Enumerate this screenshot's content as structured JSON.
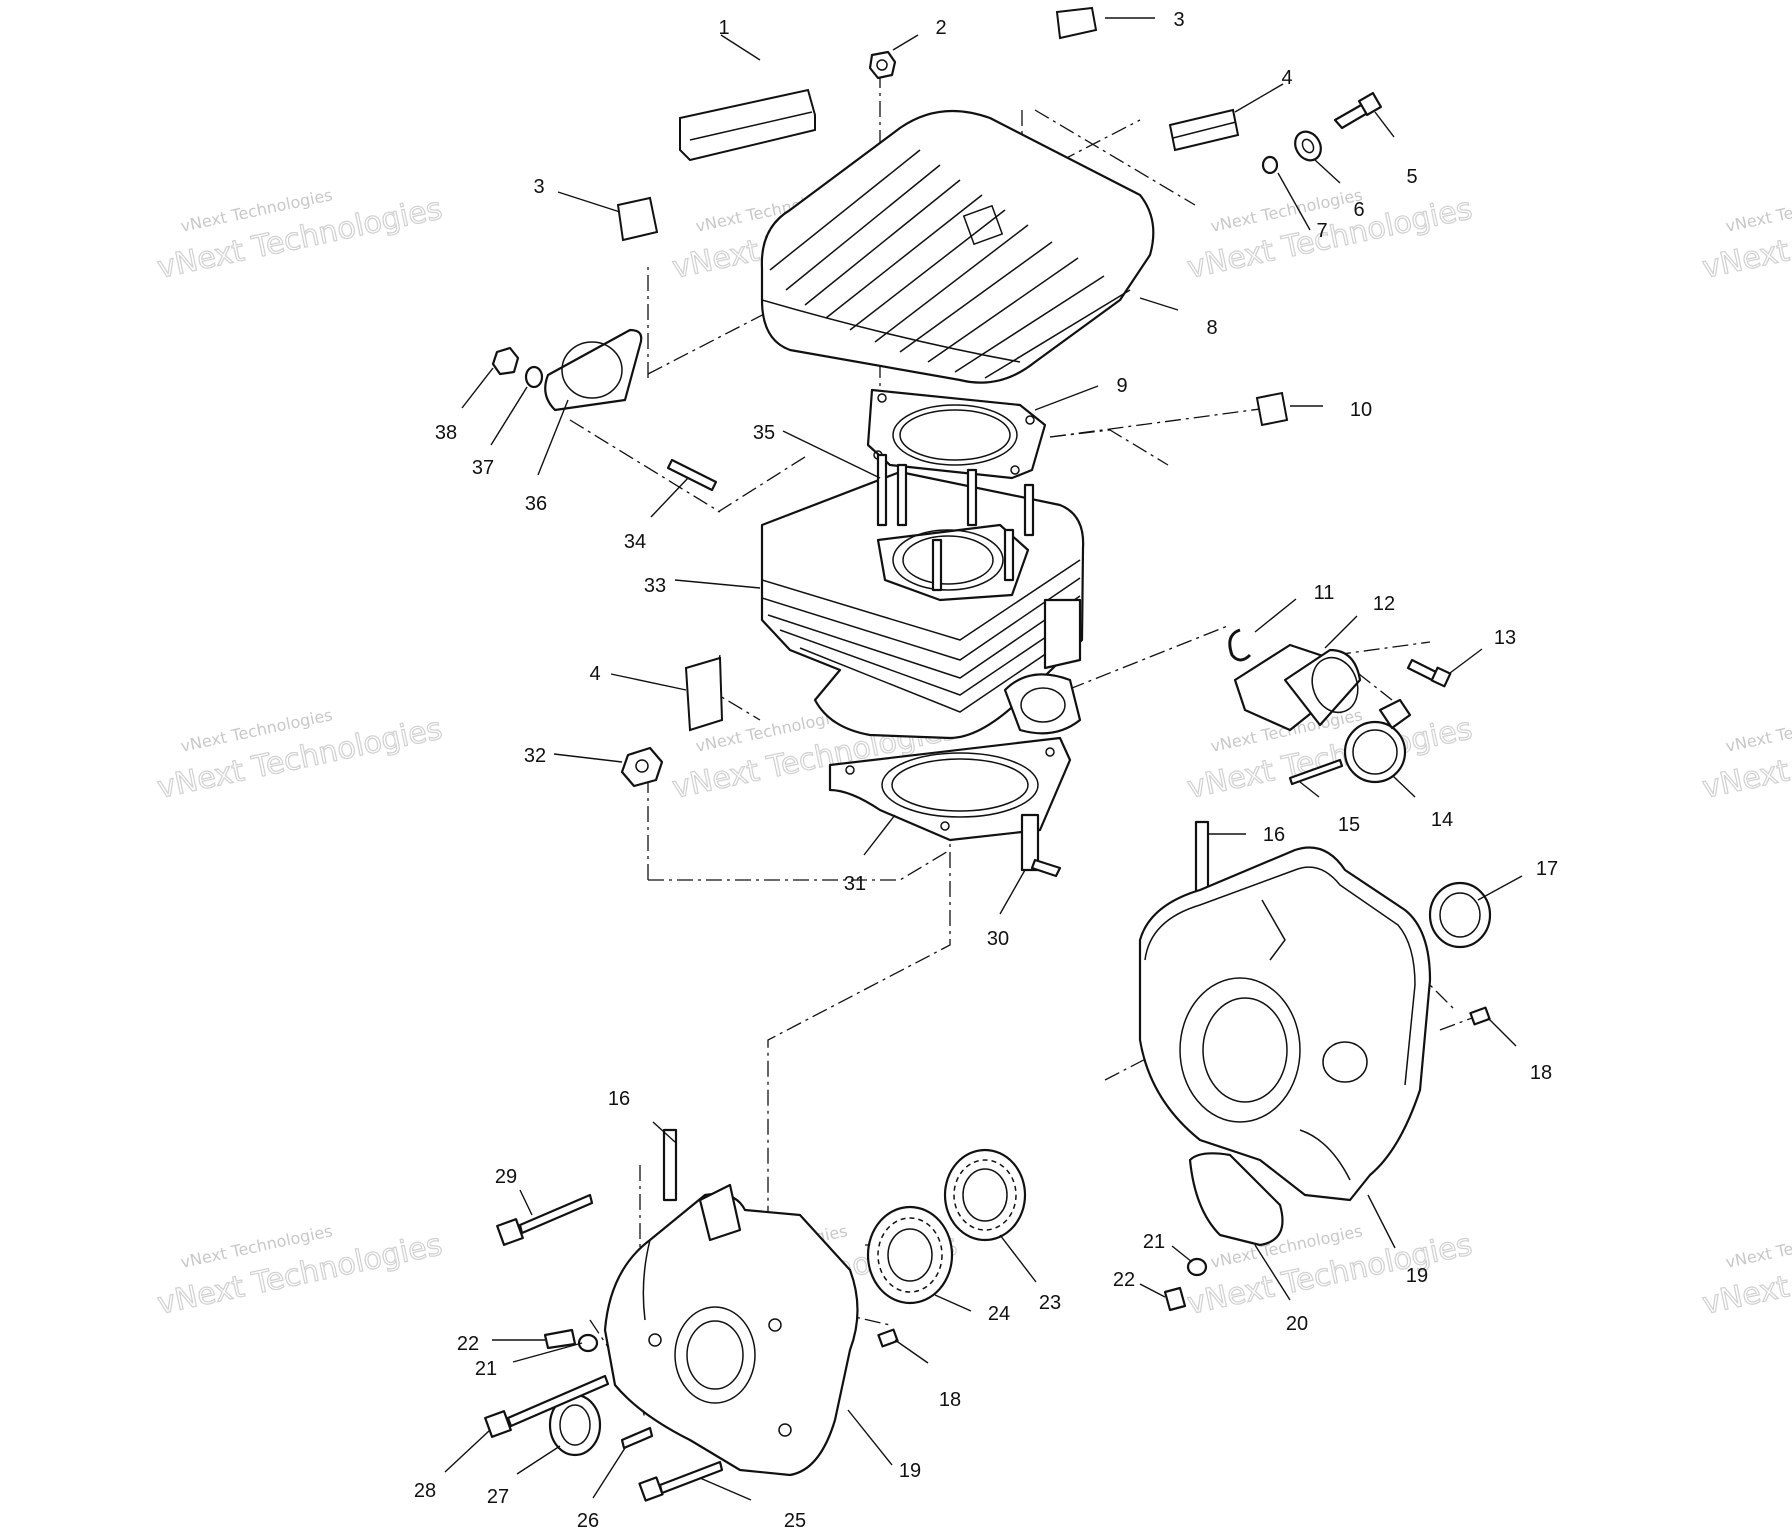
{
  "watermark": {
    "line1": "vNext Technologies",
    "line2": "vNext Technologies"
  },
  "labels": [
    {
      "id": "1",
      "text": "1"
    },
    {
      "id": "2",
      "text": "2"
    },
    {
      "id": "3a",
      "text": "3"
    },
    {
      "id": "3b",
      "text": "3"
    },
    {
      "id": "4a",
      "text": "4"
    },
    {
      "id": "4b",
      "text": "4"
    },
    {
      "id": "5",
      "text": "5"
    },
    {
      "id": "6",
      "text": "6"
    },
    {
      "id": "7",
      "text": "7"
    },
    {
      "id": "8",
      "text": "8"
    },
    {
      "id": "9",
      "text": "9"
    },
    {
      "id": "10",
      "text": "10"
    },
    {
      "id": "11",
      "text": "11"
    },
    {
      "id": "12",
      "text": "12"
    },
    {
      "id": "13",
      "text": "13"
    },
    {
      "id": "14",
      "text": "14"
    },
    {
      "id": "15",
      "text": "15"
    },
    {
      "id": "16a",
      "text": "16"
    },
    {
      "id": "16b",
      "text": "16"
    },
    {
      "id": "17",
      "text": "17"
    },
    {
      "id": "18a",
      "text": "18"
    },
    {
      "id": "18b",
      "text": "18"
    },
    {
      "id": "19a",
      "text": "19"
    },
    {
      "id": "19b",
      "text": "19"
    },
    {
      "id": "20",
      "text": "20"
    },
    {
      "id": "21a",
      "text": "21"
    },
    {
      "id": "21b",
      "text": "21"
    },
    {
      "id": "22a",
      "text": "22"
    },
    {
      "id": "22b",
      "text": "22"
    },
    {
      "id": "23",
      "text": "23"
    },
    {
      "id": "24",
      "text": "24"
    },
    {
      "id": "25",
      "text": "25"
    },
    {
      "id": "26",
      "text": "26"
    },
    {
      "id": "27",
      "text": "27"
    },
    {
      "id": "28",
      "text": "28"
    },
    {
      "id": "29",
      "text": "29"
    },
    {
      "id": "30",
      "text": "30"
    },
    {
      "id": "31",
      "text": "31"
    },
    {
      "id": "32",
      "text": "32"
    },
    {
      "id": "33",
      "text": "33"
    },
    {
      "id": "34",
      "text": "34"
    },
    {
      "id": "35",
      "text": "35"
    },
    {
      "id": "36",
      "text": "36"
    },
    {
      "id": "37",
      "text": "37"
    },
    {
      "id": "38",
      "text": "38"
    }
  ]
}
